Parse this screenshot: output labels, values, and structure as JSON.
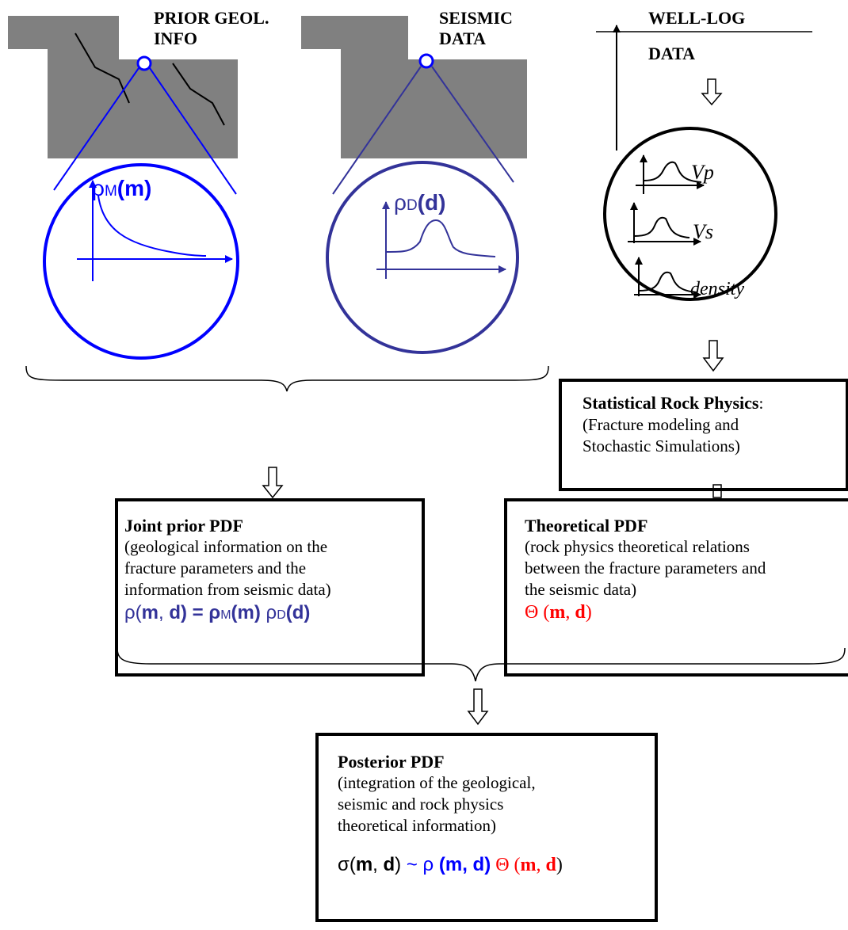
{
  "panels": {
    "prior": {
      "label_line1": "PRIOR GEOL.",
      "label_line2": "INFO",
      "density_symbol": "ρ",
      "density_sub": "M",
      "density_arg": "(m)"
    },
    "seismic": {
      "label_line1": "SEISMIC",
      "label_line2": "DATA",
      "density_symbol": "ρ",
      "density_sub": "D",
      "density_arg": "(d)"
    },
    "welllog": {
      "label_line1": "WELL-LOG",
      "label_line2": "DATA",
      "curve_labels": [
        "Vp",
        "Vs",
        "density"
      ]
    }
  },
  "boxes": {
    "rock_physics": {
      "title": "Statistical Rock Physics",
      "title_suffix": ":",
      "body": [
        "(Fracture modeling and",
        "Stochastic Simulations)"
      ]
    },
    "joint_prior": {
      "title": "Joint prior PDF",
      "body": [
        "(geological information on the",
        "fracture parameters and the",
        "information from seismic data)"
      ],
      "formula": {
        "rho": "ρ(",
        "m": "m",
        "comma": ", ",
        "d": "d",
        "eq": ") = ρ",
        "subM": "M",
        "pm": "(m)",
        "sp": " ρ",
        "subD": "D",
        "pd": "(d)"
      }
    },
    "theoretical": {
      "title": "Theoretical PDF",
      "body": [
        "(rock physics theoretical relations",
        "between the fracture parameters and",
        "the seismic data)"
      ],
      "formula": {
        "theta": "Θ (",
        "m": "m",
        "comma": ", ",
        "d": "d",
        "close": ")"
      }
    },
    "posterior": {
      "title": "Posterior PDF",
      "body": [
        "(integration of the geological,",
        "seismic and rock physics",
        "theoretical information)"
      ],
      "formula": {
        "sigma": "σ(",
        "m": "m",
        "comma": ", ",
        "d": "d",
        "close": ")",
        "tilde": " ~ ",
        "rho": "ρ ",
        "md": "(m, d)",
        "theta": " Θ (",
        "m2": "m",
        "comma2": ", ",
        "d2": "d",
        "close2": ")"
      }
    }
  },
  "colors": {
    "gray_block": "#808080",
    "blue": "#0000ff",
    "dark_blue": "#333399",
    "red": "#ff0000"
  },
  "icons": [
    "hollow-down-arrow-icon",
    "axis-arrow-icon",
    "curly-brace-icon"
  ]
}
